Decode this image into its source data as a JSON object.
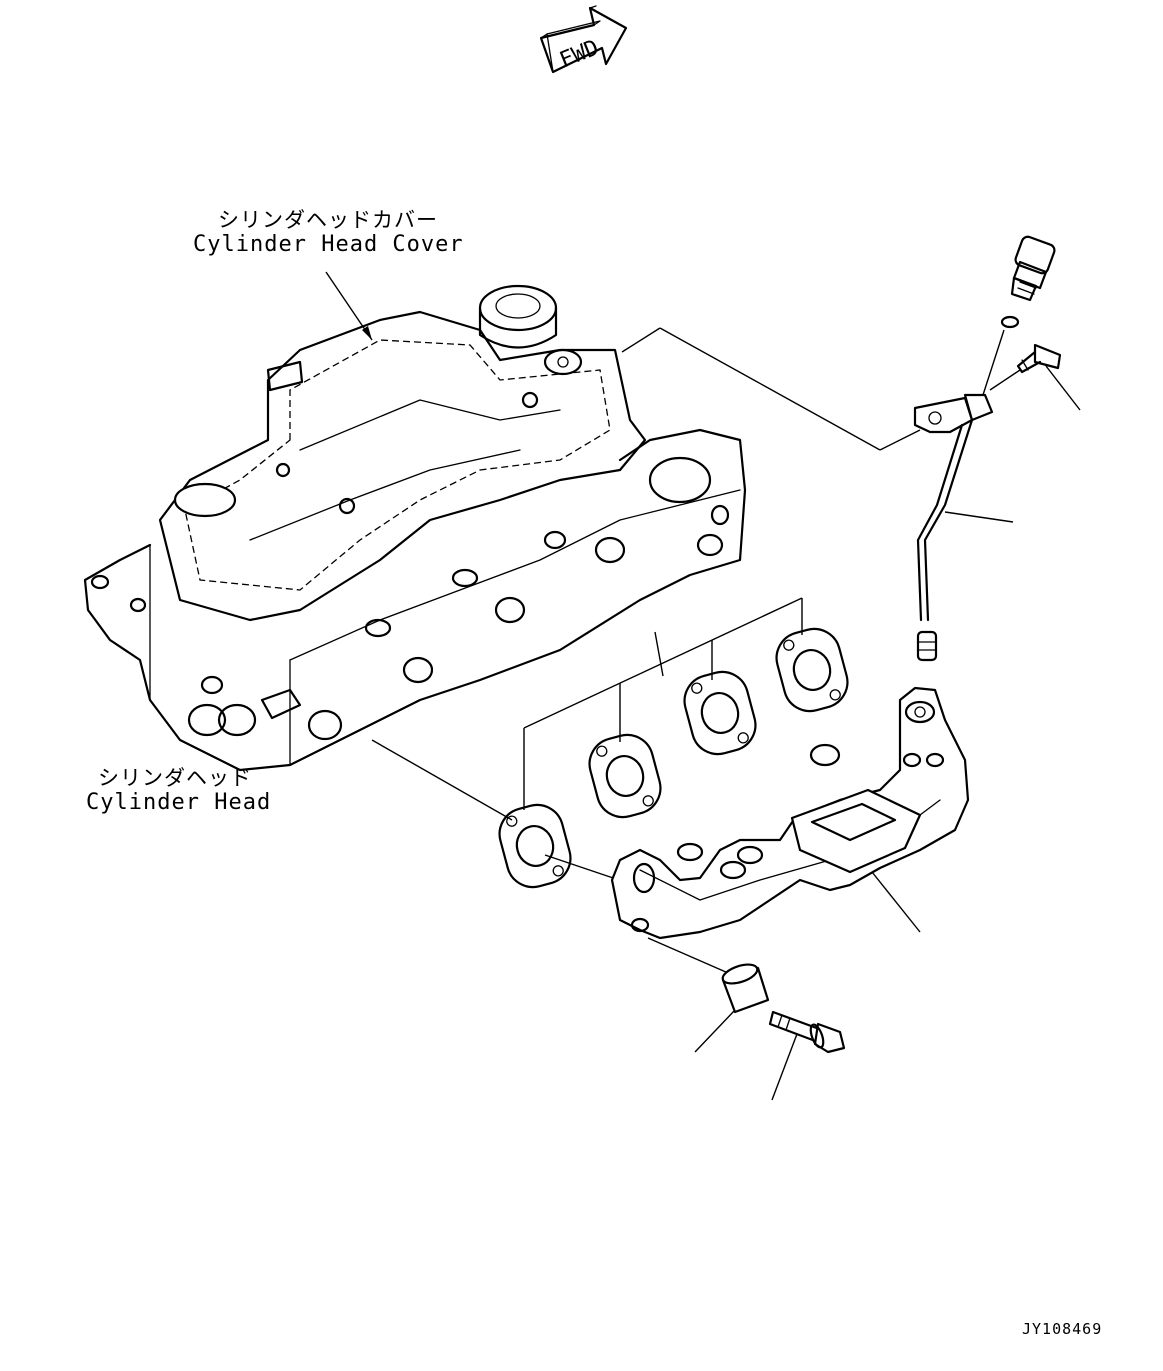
{
  "orientation_mark": {
    "text": "FWD",
    "icon": "fwd-arrow-icon"
  },
  "labels": {
    "cylinder_head_cover_jp": "シリンダヘッドカバー",
    "cylinder_head_cover_en": "Cylinder Head Cover",
    "cylinder_head_jp": "シリンダヘッド",
    "cylinder_head_en": "Cylinder Head"
  },
  "drawing_number": "JY108469",
  "parts": [
    "pressure-sensor",
    "o-ring",
    "bolt",
    "tube-with-bracket",
    "gaskets",
    "exhaust-manifold",
    "spacer-collar",
    "flange-bolt"
  ]
}
